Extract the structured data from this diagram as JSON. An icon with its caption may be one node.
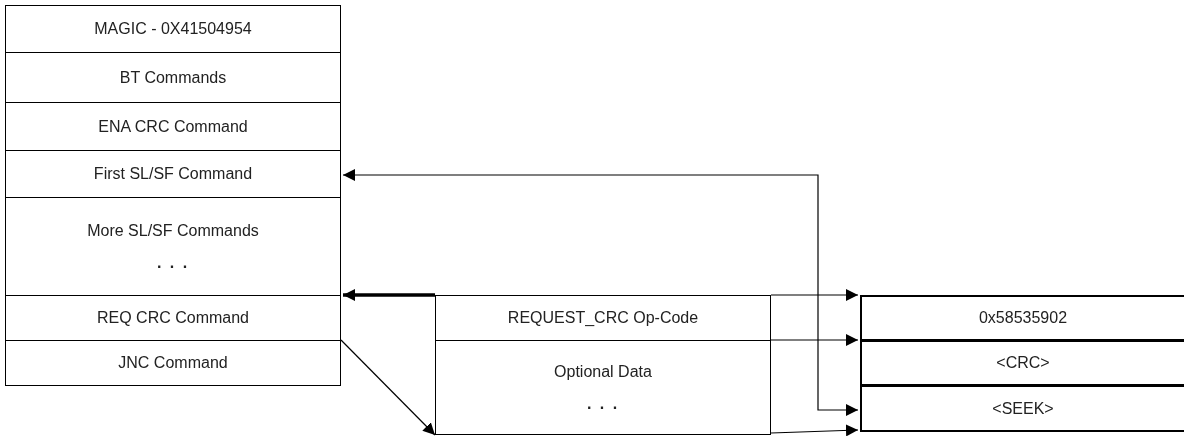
{
  "diagram": {
    "nodes": [
      {
        "text": [
          "MAGIC - 0X41504954"
        ]
      },
      {
        "text": [
          "BT Commands"
        ]
      },
      {
        "text": [
          "ENA CRC Command"
        ]
      },
      {
        "text": [
          "First SL/SF Command"
        ]
      },
      {
        "text": [
          "More SL/SF Commands",
          ". . ."
        ]
      },
      {
        "text": [
          "REQ CRC Command"
        ]
      },
      {
        "text": [
          "JNC Command"
        ]
      },
      {
        "text": [
          "REQUEST_CRC Op-Code"
        ]
      },
      {
        "text": [
          "Optional Data",
          ". . ."
        ]
      },
      {
        "text": [
          "0x58535902"
        ]
      },
      {
        "text": [
          "<CRC>"
        ]
      },
      {
        "text": [
          "<SEEK>"
        ]
      }
    ],
    "edges": [
      {
        "from": 7,
        "to": 5,
        "arrow": "to",
        "style": "thick"
      },
      {
        "from": 6,
        "to": 8,
        "arrow": "to"
      },
      {
        "from": 7,
        "to": 9,
        "arrow": "to"
      },
      {
        "from": 8,
        "to": 10,
        "arrow": "to"
      },
      {
        "from": 8,
        "to": 11,
        "arrow": "to"
      },
      {
        "from": 3,
        "to": 11,
        "arrow": "both"
      }
    ]
  }
}
